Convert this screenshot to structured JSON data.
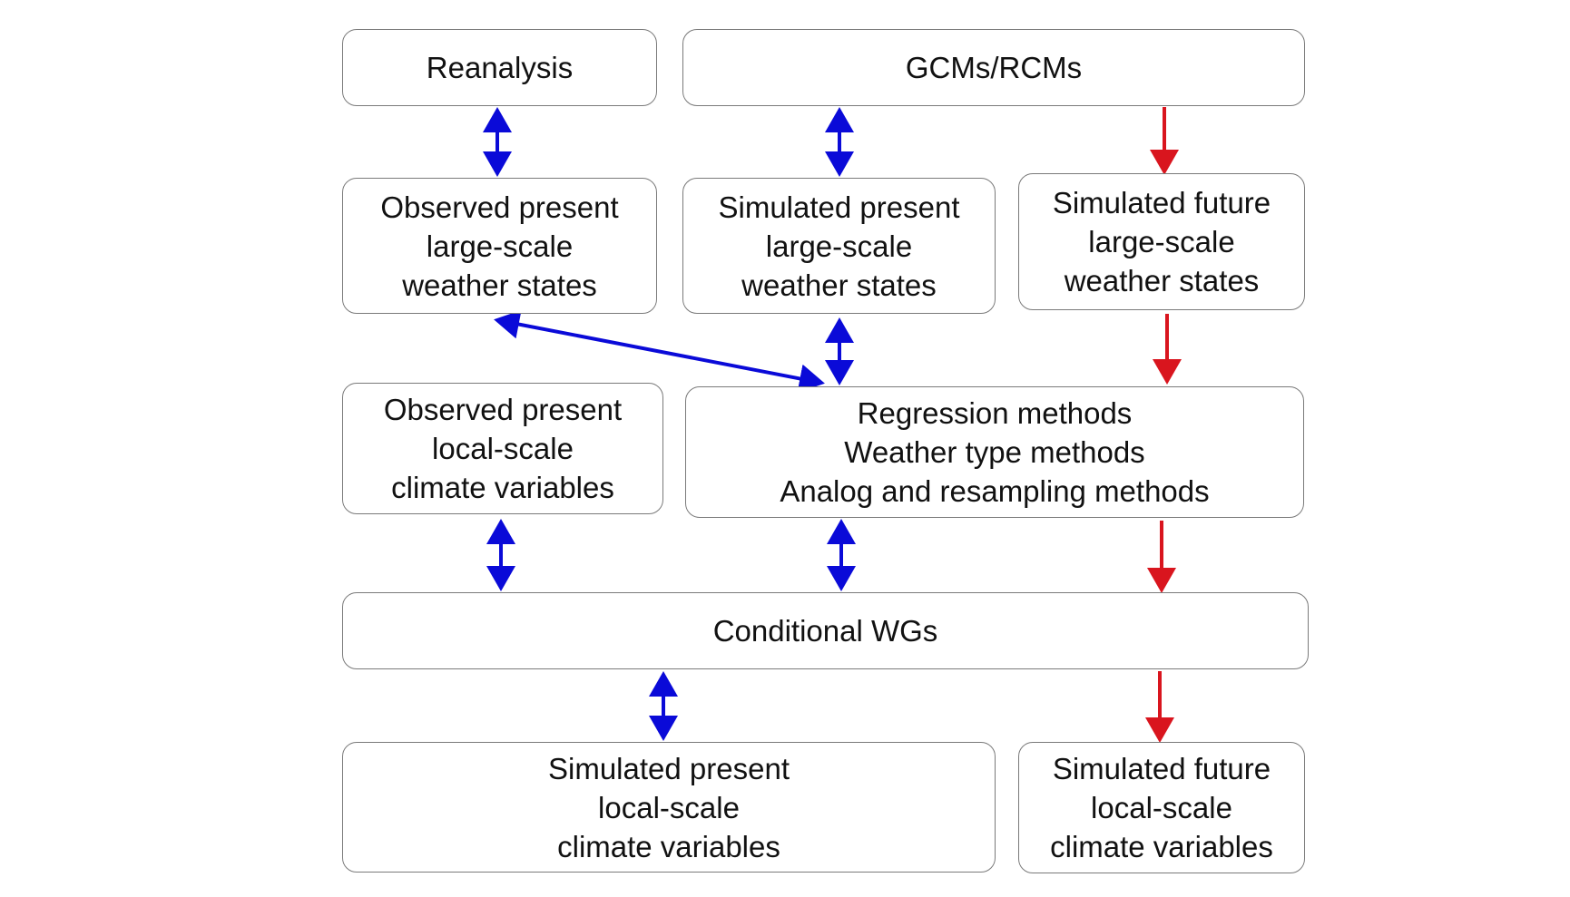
{
  "colors": {
    "present_arrow": "#0a0ad8",
    "future_arrow": "#d9151e",
    "box_border": "#7a7a7a",
    "text": "#111111"
  },
  "boxes": {
    "reanalysis": {
      "lines": [
        "Reanalysis"
      ]
    },
    "gcms": {
      "lines": [
        "GCMs/RCMs"
      ]
    },
    "observed_large_scale": {
      "lines": [
        "Observed present",
        "large-scale",
        "weather states"
      ]
    },
    "simulated_present_large_scale": {
      "lines": [
        "Simulated present",
        "large-scale",
        "weather states"
      ]
    },
    "simulated_future_large_scale": {
      "lines": [
        "Simulated future",
        "large-scale",
        "weather states"
      ]
    },
    "observed_local_scale": {
      "lines": [
        "Observed present",
        "local-scale",
        "climate variables"
      ]
    },
    "methods": {
      "lines": [
        "Regression methods",
        "Weather type methods",
        "Analog and resampling methods"
      ]
    },
    "conditional_wgs": {
      "lines": [
        "Conditional WGs"
      ]
    },
    "simulated_present_local_scale": {
      "lines": [
        "Simulated present",
        "local-scale",
        "climate variables"
      ]
    },
    "simulated_future_local_scale": {
      "lines": [
        "Simulated future",
        "local-scale",
        "climate variables"
      ]
    }
  },
  "connections": [
    {
      "from": "reanalysis",
      "to": "observed_large_scale",
      "type": "bidirectional",
      "period": "present"
    },
    {
      "from": "gcms",
      "to": "simulated_present_large_scale",
      "type": "bidirectional",
      "period": "present"
    },
    {
      "from": "gcms",
      "to": "simulated_future_large_scale",
      "type": "directed",
      "period": "future"
    },
    {
      "from": "observed_large_scale",
      "to": "methods",
      "type": "bidirectional",
      "period": "present"
    },
    {
      "from": "simulated_present_large_scale",
      "to": "methods",
      "type": "bidirectional",
      "period": "present"
    },
    {
      "from": "simulated_future_large_scale",
      "to": "methods",
      "type": "directed",
      "period": "future"
    },
    {
      "from": "observed_local_scale",
      "to": "conditional_wgs",
      "type": "bidirectional",
      "period": "present"
    },
    {
      "from": "methods",
      "to": "conditional_wgs",
      "type": "bidirectional",
      "period": "present"
    },
    {
      "from": "methods",
      "to": "conditional_wgs",
      "type": "directed",
      "period": "future"
    },
    {
      "from": "conditional_wgs",
      "to": "simulated_present_local_scale",
      "type": "bidirectional",
      "period": "present"
    },
    {
      "from": "conditional_wgs",
      "to": "simulated_future_local_scale",
      "type": "directed",
      "period": "future"
    }
  ]
}
